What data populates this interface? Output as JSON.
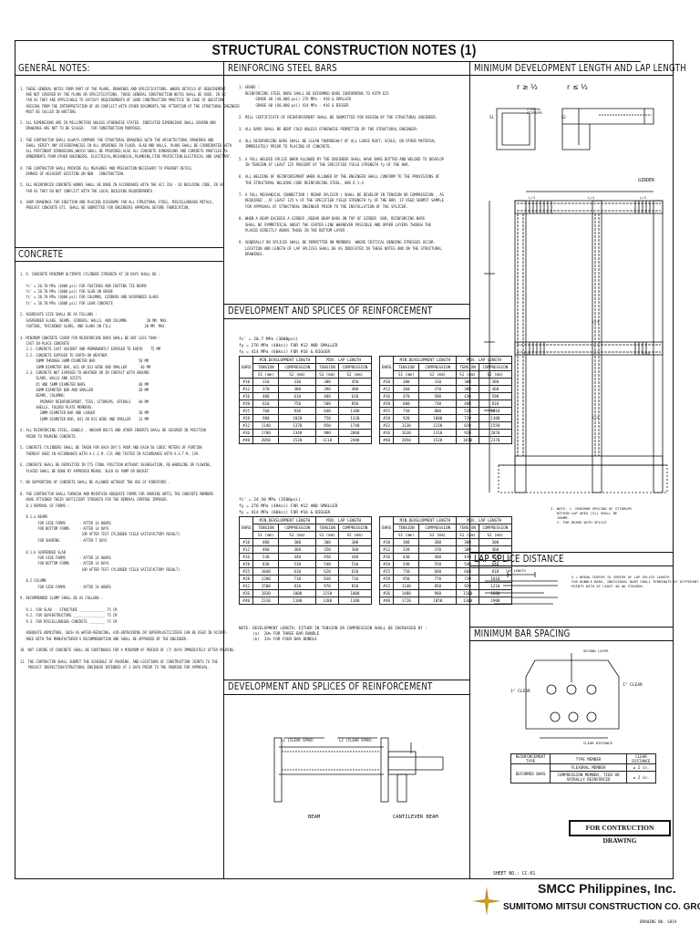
{
  "title": "STRUCTURAL CONSTRUCTION NOTES (1)",
  "sections": {
    "general_notes": "GENERAL NOTES:",
    "reinforcing_steel_bars": "REINFORCING STEEL BARS",
    "min_dev_length": "MINIMUM DEVELOPMENT LENGTH AND LAP LENGTH",
    "concrete": "CONCRETE",
    "dev_splices_1": "DEVELOPMENT AND SPLICES OF REINFORCEMENT",
    "dev_splices_2": "DEVELOPMENT AND SPLICES OF REINFORCEMENT",
    "lap_splice_distance": "LAP SPLICE DISTANCE",
    "min_bar_spacing": "MINIMUM BAR SPACING"
  },
  "general_notes_text": "1. THESE GENERAL NOTES FORM PART OF THE PLANS, DRAWINGS AND SPECIFICATIONS. WHERE DETAILS OF REQUIREMENT\n   ARE NOT COVERED BY THE PLANS OR SPECIFICATIONS, THESE GENERAL CONSTRUCTION NOTES SHALL BE USED. IN SO\n   FAR AS THEY ARE APPLICABLE TO SATISFY REQUIREMENTS OF GOOD CONSTRUCTION PRACTICE IN CASE OF QUESTION\n   ARISING FROM THE INTERPRETATION OF OR CONFLICT WITH OTHER DOCUMENTS,THE ATTENTION OF THE STRUCTURAL ENGINEER\n   MUST BE CALLED IN WRITING.\n\n2. ALL DIMENSIONS ARE IN MILLIMETERS UNLESS OTHERWISE STATED. INDICATED DIMENSIONS SHALL GOVERN AND\n   DRAWINGS ARE NOT TO BE SCALED.   FOR CONSTRUCTION PURPOSES.\n\n3. THE CONTRACTOR SHALL ALWAYS COMPARE THE STRUCTURAL DRAWINGS WITH THE ARCHITECTURAL DRAWINGS AND\n   SHALL VERIFY ANY DISCREPANCIES IN ALL OPENINGS IN FLOOR, SLAB AND WALLS. PLANS SHALL BE COORDINATED WITH\n   ALL PERTINENT DIMENSIONS,WHICH SHALL BE PROVIDED,ALSO ALL CONCRETE DIMENSIONS AND CONCRETE PROFILES AS\n   EMBEDMENTS FROM OTHER ENGINEERS. ELECTRICAL,MECHANICAL,PLUMBING,FIRE PROTECTION,ELECTRICAL AND SANITARY.\n\n4. THE CONTRACTOR SHALL PROVIDE ALL MEASURES AND PRECAUTION NECESSARY TO PREVENT DETAIL\n   DAMAGE OF ADJACENT EXISTING ON NEW   CONSTRUCTION.\n\n5. ALL REINFORCED CONCRETE WORKS SHALL BE DONE IN ACCORDANCE WITH THE ACI 318 - 02 BUILDING CODE, IN SO\n   FAR AS THEY DO NOT CONFLICT WITH THE LOCAL BUILDING REQUIREMENTS.\n\n6. SHOP DRAWINGS FOR ERECTION AND PLACING DIAGRAMS FOR ALL STRUCTURAL STEEL, MISCELLANEOUS METALS,\n   PRECAST CONCRETE ETC. SHALL BE SUBMITTED FOR ENGINEERS APPROVAL BEFORE FABRICATION.",
  "concrete_text": "1. A. CONCRETE MINIMUM ULTIMATE CYLINDER STRENGTH AT 28 DAYS SHALL BE :\n\n   fc' = 20.70 MPa (3000 psi) FOR FOOTINGS AND FOOTING TIE BEAMS\n   fc' = 20.70 MPa (3000 psi) FOR SLAB ON GRADE\n   fc' = 20.70 MPa (3000 psi) FOR COLUMNS, GIRDERS AND SUSPENDED SLABS\n   fc' = 20.70 MPa (3000 psi) FOR LEAN CONCRETE\n\n2. AGGREGATE SIZE SHALL BE AS FOLLOWS :\n   SUSPENDED SLABS, BEAMS, GIRDERS, WALLS, AND COLUMNS          20 MM. MAX.\n   FOOTING, THICKENED SLABS, AND SLABS ON FILL                 20 MM. MAX.\n\n3. MINIMUM CONCRETE COVER FOR REINFORCING BARS SHALL BE NOT LESS THAN :\n   CAST-IN-PLACE CONCRETE\n   3.1. CONCRETE CAST AGAINST AND PERMANENTLY EXPOSED TO EARTH    75 MM\n   3.2. CONCRETE EXPOSED TO EARTH OR WEATHER\n        20MM THROUGH 36MM DIAMETER BAR                      50 MM\n        16MM DIAMETER BAR, W31 OR D31 WIRE AND SMALLER       40 MM\n   3.3. CONCRETE NOT EXPOSED TO WEATHER OR IN CONTACT WITH GROUND:\n        SLABS, WALLS AND JOISTS\n        45 AND 56MM DIAMETER BARS                           40 MM\n        36MM DIAMETER BAR AND SMALLER                       20 MM\n        BEAMS, COLUMNS:\n          PRIMARY REINFORCEMENT, TIES, STIRRUPS, SPIRALS    40 MM\n        SHELLS, FOLDED PLATE MEMBERS:\n          20MM DIAMETER BAR AND LARGER                      20 MM\n          16MM DIAMETER BAR, W31 OR D31 WIRE AND SMALLER    13 MM\n\n4. ALL REINFORCING STEEL, DOWELS , ANCHOR BOLTS AND OTHER INSERTS SHALL BE SECURED IN POSITION\n   PRIOR TO POURING CONCRETE.\n\n5. CONCRETE CYLINDERS SHALL BE TAKEN FOR EACH DAY'S POUR AND EACH 50 CUBIC METERS OF PORTION\n   THEREOF USED IN ACCORDANCE WITH A.C.I.M. C31 AND TESTED IN ACCORDANCE WITH A.S.T.M. C39.\n\n6. CONCRETE SHALL BE DEPOSITED IN ITS FINAL POSITION WITHOUT SEGREGATION, RE-HANDLING OR FLOWING,\n   PLACED SHALL BE DONE BY APPROVED MEANS. SUCH AS PUMP OR BUCKET.\n\n7. NO SUPPORTING OF CONCRETE SHALL BE ALLOWED WITHOUT THE USE OF VIBRATORS .\n\n8. THE CONTRACTOR SHALL FURNISH AND MAINTAIN ADEQUATE FORMS FOR SHORING UNTIL THE CONCRETE MEMBERS\n   HAVE ATTAINED THEIR SUFFICIENT STRENGTH FOR THE REMOVAL CONTROL IMPOSED.\n   8.1 REMOVAL OF FORMS :\n\n   8.1.a BEAMS\n         FOR SIDE FORMS       - AFTER 24 HOURS\n         FOR BOTTOM FORMS     - AFTER 14 DAYS\n                               (OR AFTER TEST CYLINDER YIELD SATISFACTORY RESULT)\n         FOR SHORING          - AFTER 7 DAYS\n\n   8.1.b SUSPENDED SLAB\n         FOR SIDE FORMS       - AFTER 24 HOURS\n         FOR BOTTOM FORMS     - AFTER 14 DAYS\n                               (OR AFTER TEST CYLINDER YIELD SATISFACTORY RESULT)\n\n   8.2 COLUMN\n         FOR SIDE FORMS       - AFTER 24 HOURS\n\n9. RECOMMENDED SLUMP SHALL BE AS FOLLOWS :\n\n   9.1. FOR SLAB -- STRUCTURE _____________ 75 CM\n   9.2. FOR SUPERSTRUCTURE ________________ 75 CM\n   9.3. FOR MISCELLANEOUS CONCRETE ________ 75 CM\n\n   ADEQUATE ADMIXTURE, SUCH AS WATER-REDUCING, AIR-ENTRAINING OR SUPERPLASTICIZERS CAN BE USED IN ACCORD-\n   ANCE WITH THE MANUFACTURER'S RECOMMENDATION AND SHALL BE APPROVED BY THE ENGINEER.\n\n10. NOT CURING OF CONCRETE SHALL BE CONTINUOUS FOR A MINIMUM OF PERIOD OF (7) DAYS IMMEDIATELY AFTER POURING.\n\n11. THE CONTRACTOR SHALL SUBMIT THE SCHEDULE OF POURING, AND LOCATIONS OF CONSTRUCTION JOINTS TO THE\n    PROJECT INSPECTION/STRUCTURAL ENGINEER INTENDED AT 3 DAYS PRIOR TO THE POURING FOR APPROVAL.",
  "rebar_text": "1. GRADE :\n   REINFORCING STEEL BARS SHALL BE DEFORMED BARS CONFORMING TO ASTM 615\n        GRADE 40 (40,000 psi) 276 MPa - #10 & SMALLER\n        GRADE 60 (60,000 psi) 414 MPa - #16 & BIGGER\n\n2. MILL CERTIFICATE OF REINFORCEMENT SHALL BE SUBMITTED FOR REVIEW BY THE STRUCTURAL ENGINEER.\n\n3. ALL BARS SHALL BE BENT COLD UNLESS OTHERWISE PERMITTED BY THE STRUCTURAL ENGINEER.\n\n4. ALL REINFORCING BARS SHALL BE CLEAN THOROUGHLY OF ALL LOOSE RUST, SCALE, OR OTHER MATERIAL\n   IMMEDIATELY PRIOR TO PLACING OF CONCRETE.\n\n5. A FULL WELDED SPLICE WHEN ALLOWED BY THE ENGINEER SHALL HAVE BARS BUTTED AND WELDED TO DEVELOP\n   IN TENSION AT LEAST 125 PERCENT OF THE SPECIFIED YIELD STRENGTH fy OF THE BAR.\n\n6. ALL WELDING OF REINFORCEMENT WHEN ALLOWED BY THE ENGINEER SHALL CONFORM TO THE PROVISIONS OF\n   THE STRUCTURAL WELDING CODE REINFORCING STEEL, AWS D 1.4\n\n7. A FULL MECHANICAL CONNECTION ( REBAR SPLICER ) SHALL BE DEVELOP IN TENSION OR COMPRESSION , AS\n   REQUIRED , AT LEAST 125 % OF THE SPECIFIED YIELD STRENGTH fy OF THE BAR. IF USED SUBMIT SAMPLE\n   FOR APPROVAL OF STRUCTURAL ENGINEER PRIOR TO THE INSTALLATION OF THE SPLICER.\n\n8. WHEN A BEAM EXCEEDS A GIRDER ,REBAR BEAM BARS ON TOP OF GIRDER  BAR, REINFORCING BARS\n   SHALL BE SYMMETRICAL ABOUT THE CENTER LINE WHENEVER POSSIBLE AND UPPER LAYERS THOUGH THE\n   PLACED DIRECTLY ABOVE THOSE IN THE BOTTOM LAYER .\n\n9. GENERALLY NO SPLICES SHALL BE PERMITTED ON MEMBERS  WHERE CRITICAL BENDING STRESSES OCCUR.\n   LOCATION AND LENGTH OF LAP SPLICES SHALL BE AS INDICATED IN THESE NOTES AND ON THE STRUCTURAL\n   DRAWINGS.",
  "tables": [
    {
      "header_lines": [
        "fc' = 20.7 MPa (3000psi)",
        "fy = 276 MPa (40ksi) FOR #12 AND SMALLER",
        "fy = 414 MPa (60ksi) FOR #16 & BIGGER"
      ],
      "left": {
        "group1": "MIN.DEVELOPMENT LENGTH",
        "group2": "MIN. LAP LENGTH",
        "sub": [
          "TENSION",
          "COMPRESSION",
          "TENSION",
          "COMPRESSION"
        ],
        "units": [
          "S1 (mm)",
          "S2 (mm)",
          "S1 (mm)",
          "S2 (mm)"
        ],
        "rows": [
          [
            "#10",
            "310",
            "330",
            "300",
            "450",
            "300"
          ],
          [
            "#12",
            "370",
            "380",
            "390",
            "480",
            "360"
          ],
          [
            "#16",
            "480",
            "610",
            "480",
            "610",
            "480"
          ],
          [
            "#20",
            "610",
            "750",
            "500",
            "850",
            "610"
          ],
          [
            "#25",
            "760",
            "930",
            "640",
            "1180",
            "960"
          ],
          [
            "#28",
            "980",
            "1020",
            "750",
            "1320",
            "1060"
          ],
          [
            "#32",
            "1140",
            "1370",
            "850",
            "1740",
            "1140"
          ],
          [
            "#36",
            "1780",
            "1340",
            "980",
            "2060",
            "1340"
          ],
          [
            "#40",
            "2050",
            "1520",
            "1110",
            "2480",
            "1530"
          ]
        ]
      },
      "right": {
        "group1": "MIN.DEVELOPMENT LENGTH",
        "group2": "MIN. LAP LENGTH",
        "sub": [
          "TENSION",
          "COMPRESSION",
          "TENSION",
          "COMPRESSION"
        ],
        "units": [
          "S1 (mm)",
          "S2 (mm)",
          "S1 (mm)",
          "S2 (mm)"
        ],
        "rows": [
          [
            "#10",
            "300",
            "310",
            "300",
            "380",
            "300"
          ],
          [
            "#12",
            "360",
            "370",
            "380",
            "460",
            "360"
          ],
          [
            "#16",
            "470",
            "580",
            "430",
            "590",
            "430"
          ],
          [
            "#20",
            "600",
            "730",
            "480",
            "810",
            "600"
          ],
          [
            "#25",
            "750",
            "880",
            "520",
            "1010",
            "750"
          ],
          [
            "#28",
            "920",
            "1000",
            "720",
            "1300",
            "920"
          ],
          [
            "#32",
            "1130",
            "1220",
            "820",
            "1550",
            "1130"
          ],
          [
            "#36",
            "1630",
            "1310",
            "920",
            "2070",
            "1130"
          ],
          [
            "#40",
            "2050",
            "1520",
            "1010",
            "2370",
            "1320"
          ]
        ]
      }
    },
    {
      "header_lines": [
        "fc' = 24.50 MPa (3500psi)",
        "fy = 276 MPa (40ksi) FOR #12 AND SMALLER",
        "fy = 414 MPa (60ksi) FOR #16 & BIGGER"
      ],
      "left": {
        "group1": "MIN.DEVELOPMENT LENGTH",
        "group2": "MIN. LAP LENGTH",
        "sub": [
          "TENSION",
          "COMPRESSION",
          "TENSION",
          "COMPRESSION"
        ],
        "units": [
          "S1 (mm)",
          "S2 (mm)",
          "S1 (mm)",
          "S2 (mm)"
        ],
        "rows": [
          [
            "#10",
            "400",
            "300",
            "300",
            "300",
            "400"
          ],
          [
            "#12",
            "460",
            "360",
            "350",
            "360",
            "460"
          ],
          [
            "#16",
            "530",
            "440",
            "450",
            "440",
            "530"
          ],
          [
            "#20",
            "830",
            "510",
            "540",
            "510",
            "830"
          ],
          [
            "#25",
            "1040",
            "610",
            "620",
            "610",
            "1040"
          ],
          [
            "#28",
            "1280",
            "710",
            "830",
            "710",
            "1280"
          ],
          [
            "#32",
            "1500",
            "810",
            "970",
            "810",
            "1500"
          ],
          [
            "#36",
            "1830",
            "1000",
            "1150",
            "1000",
            "1830"
          ],
          [
            "#40",
            "2310",
            "1100",
            "1280",
            "1100",
            "2310"
          ]
        ]
      },
      "right": {
        "group1": "MIN.DEVELOPMENT LENGTH",
        "group2": "MIN. LAP LENGTH",
        "sub": [
          "TENSION",
          "COMPRESSION",
          "TENSION",
          "COMPRESSION"
        ],
        "units": [
          "S1 (mm)",
          "S2 (mm)",
          "S1 (mm)",
          "S2 (mm)"
        ],
        "rows": [
          [
            "#10",
            "300",
            "300",
            "300",
            "300",
            "300"
          ],
          [
            "#12",
            "320",
            "370",
            "380",
            "460",
            "320"
          ],
          [
            "#16",
            "430",
            "460",
            "430",
            "550",
            "430"
          ],
          [
            "#20",
            "540",
            "550",
            "540",
            "640",
            "540"
          ],
          [
            "#25",
            "750",
            "660",
            "660",
            "810",
            "750"
          ],
          [
            "#28",
            "950",
            "770",
            "720",
            "1010",
            "950"
          ],
          [
            "#32",
            "1140",
            "850",
            "920",
            "1210",
            "1140"
          ],
          [
            "#36",
            "1400",
            "960",
            "1100",
            "1600",
            "1400"
          ],
          [
            "#40",
            "1720",
            "1050",
            "1300",
            "1900",
            "1720"
          ]
        ]
      }
    }
  ],
  "table_note": "NOTE: DEVELOPMENT LENGTH, EITHER IN TENSION OR COMPRESSION SHALL BE INCREASED BY :\n      (a)  20% FOR THREE BAR BUNDLE\n      (b)  33% FOR FOUR BAR BUNDLE",
  "lap_splice_note": "S = BREAK CENTER TO CENTER OF LAP SPLICE LENGTH\nFOR BUNDLE BARS, INDIVIDUAL BARS SHALL TERMINATE AT DIFFERENT\nPOINTS WITH AT LEAST 40 db STAGGER.",
  "min_dev_note": "3. NOTE: 1. MINIMUM SPACING OF STIRRUPS\n   WITHIN LAP AREA (S1) SHALL BE\n   100MM.\n   2. FOR BEAMS WITH SPLICE",
  "bar_spacing_table": {
    "headers": [
      "REINFORCEMENT TYPE",
      "TYPE MEMBER",
      "CLEAR DISTANCE"
    ],
    "rows": [
      [
        "DEFORMED BARS",
        "FLEXURAL MEMBER",
        "≥ 2 in."
      ],
      [
        "",
        "COMPRESSION MEMBER, TIED OR SPIRALLY REINFORCED",
        "≥ 2 in."
      ]
    ]
  },
  "labels": {
    "girder": "GIRDER",
    "beam": "BEAM",
    "cantilever_beam": "CANTILEVER BEAM",
    "clear_span_1": "L1 (CLEAR SPAN)",
    "clear_span_2": "L2 (CLEAR SPAN)",
    "lap_length": "LAP LENGTH",
    "second_layer": "SECOND LAYER",
    "one_clear_left": "1\" CLEAR",
    "one_clear_right": "1\" CLEAR",
    "clear_distance": "CLEAR DISTANCE",
    "hook_2_extra": "2-EXTRA\nSTIRRUPS",
    "s1": "S1",
    "s2": "S2",
    "l_over_3": "L/3",
    "l_over_4": "L/4",
    "l_over_3_b": "L/3",
    "l_over_4_b": "L/4",
    "l_over_4_c": "L/4",
    "l_over_4_d": "L/4",
    "l_over_4_e": "L/4"
  },
  "for_construction": "FOR CONTRUCTION DRAWING",
  "sheet_no": "SHEET NO.:  CC-01",
  "company_name": "SMCC Philippines, Inc.",
  "company_group": "SUMITOMO MITSUI CONSTRUCTION CO. GROUP",
  "drawing_no": "DRAWING NO. S01A"
}
